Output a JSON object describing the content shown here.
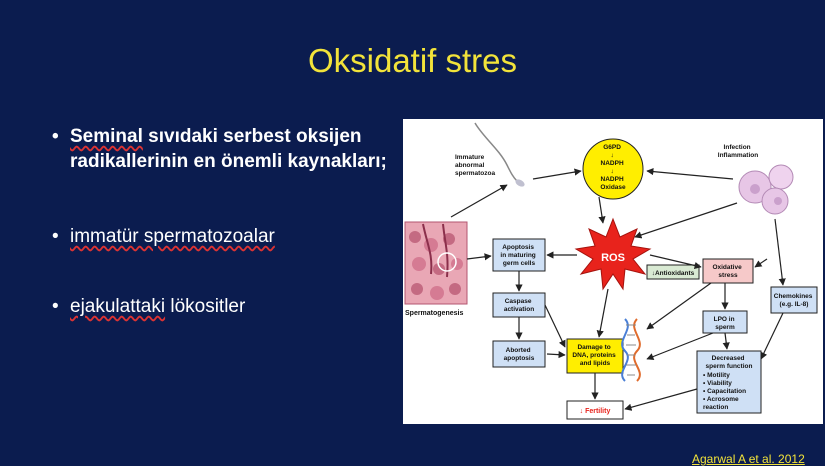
{
  "slide": {
    "title": "Oksidatif stres",
    "bullets": [
      {
        "pre": "",
        "underlined": "Seminal",
        "post": " sıvıdaki serbest oksijen radikallerinin en önemli kaynakları;"
      },
      {
        "pre": "",
        "underlined": "immatür spermatozoalar",
        "post": ""
      },
      {
        "pre": "",
        "underlined": "ejakulattaki",
        "post": " lökositler"
      }
    ],
    "citation": "Agarwal A et al. 2012"
  },
  "diagram": {
    "immature_label": [
      "Immature",
      "abnormal",
      "spermatozoa"
    ],
    "g6pd_circle": [
      "G6PD",
      "↓",
      "NADPH",
      "↓",
      "NADPH",
      "Oxidase"
    ],
    "infection_label": [
      "Infection",
      "Inflammation"
    ],
    "spermatogenesis_label": "Spermatogenesis",
    "apoptosis_box": [
      "Apoptosis",
      "in maturing",
      "germ cells"
    ],
    "ros_label": "ROS",
    "antioxidants_label": "↓Antioxidants",
    "oxidative_box": [
      "Oxidative",
      "stress"
    ],
    "chemokines_box": [
      "Chemokines",
      "(e.g. IL-8)"
    ],
    "caspase_box": [
      "Caspase",
      "activation"
    ],
    "lpo_box": [
      "LPO in",
      "sperm"
    ],
    "aborted_box": [
      "Aborted",
      "apoptosis"
    ],
    "damage_box": [
      "Damage to",
      "DNA, proteins",
      "and lipids"
    ],
    "decreased_box": {
      "lines": [
        "Decreased",
        "sperm function"
      ],
      "items": [
        "• Motility",
        "• Viability",
        "• Capacitation",
        "• Acrosome",
        "  reaction"
      ]
    },
    "fertility_label": "↓ Fertility",
    "colors": {
      "yellow": "#ffee00",
      "ros_red": "#e8231c",
      "box_blue": "#cfe0f5",
      "box_pink": "#f6c9c9",
      "fertility_red": "#e8231c",
      "antioxidant_green": "#d9ead3"
    }
  }
}
